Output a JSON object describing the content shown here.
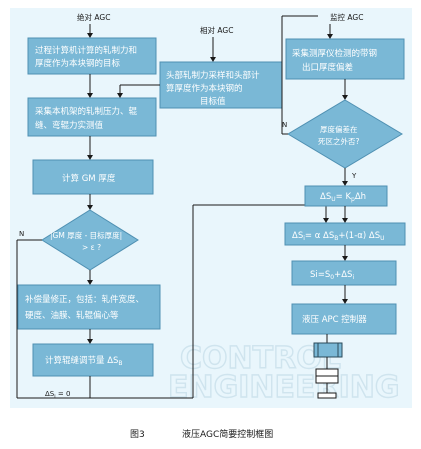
{
  "headers": {
    "absolute": "绝对 AGC",
    "relative": "相对 AGC",
    "monitor": "监控 AGC"
  },
  "boxes": {
    "process_computer": [
      "过程计算机计算的轧制力和",
      "厚度作为本块钢的目标"
    ],
    "head_rolling": [
      "头部轧制力采样和头部计",
      "算厚度作为本块钢的",
      "目标值"
    ],
    "collect_actual": [
      "采集本机架的轧制压力、辊",
      "缝、弯辊力实测值"
    ],
    "calc_gm": "计算 GM 厚度",
    "compensation": [
      "补偿量修正，包括：轧件宽度、",
      "硬度、油膜、轧辊偏心等"
    ],
    "roll_gap_adjust": "计算辊缝调节量 ΔS",
    "roll_gap_adjust_sub": "B",
    "collect_gauge": [
      "采集测厚仪检测的带钢",
      "出口厚度偏差"
    ],
    "dsu": "ΔS",
    "dsu_sub": "U",
    "dsu_rhs": "= K",
    "dsu_rhs_sub": "p",
    "dsu_rhs_end": "Δh",
    "dsi": "ΔS",
    "dsi_sub": "i",
    "dsi_rhs": "= α ΔS",
    "dsi_rhs_sub1": "B",
    "dsi_rhs_mid": "+(1-α) ΔS",
    "dsi_rhs_sub2": "U",
    "si": "Si=S",
    "si_sub": "0",
    "si_end": "+ΔS",
    "si_end_sub": "i",
    "apc": "液压 APC 控制器"
  },
  "decisions": {
    "gm_check": [
      "|GM 厚度 - 目标厚度|",
      "> ε ?"
    ],
    "deadzone": [
      "厚度偏差在",
      "死区之外否?"
    ]
  },
  "branch_labels": {
    "n_left": "N",
    "n_right": "N",
    "y_right": "Y",
    "zero": "ΔS",
    "zero_sub": "i",
    "zero_rhs": " = 0"
  },
  "watermark": [
    "CONTROL",
    "ENGINEERING"
  ],
  "caption": {
    "figure": "图3",
    "title": "液压AGC简要控制框图"
  },
  "colors": {
    "panel": "#e9f6fc",
    "box": "#7ab8d6",
    "box_border": "#4f90b2",
    "line": "#1a1a1a"
  }
}
